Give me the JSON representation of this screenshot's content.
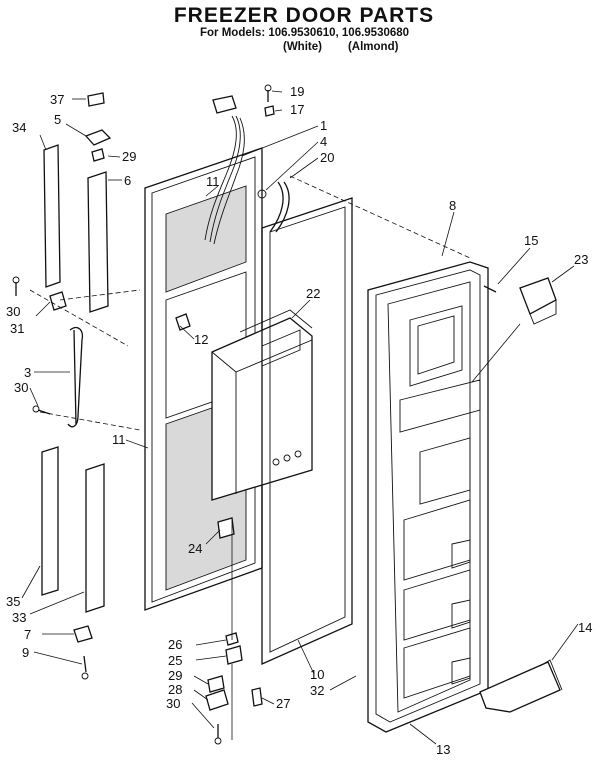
{
  "header": {
    "title": "FREEZER DOOR PARTS",
    "models": "For Models: 106.9530610, 106.9530680",
    "variant_white": "(White)",
    "variant_almond": "(Almond)"
  },
  "callouts": [
    {
      "id": "c37",
      "text": "37"
    },
    {
      "id": "c34",
      "text": "34"
    },
    {
      "id": "c5",
      "text": "5"
    },
    {
      "id": "c29a",
      "text": "29"
    },
    {
      "id": "c6",
      "text": "6"
    },
    {
      "id": "c30a",
      "text": "30"
    },
    {
      "id": "c31",
      "text": "31"
    },
    {
      "id": "c3",
      "text": "3"
    },
    {
      "id": "c30b",
      "text": "30"
    },
    {
      "id": "c11a",
      "text": "11"
    },
    {
      "id": "c12",
      "text": "12"
    },
    {
      "id": "c11b",
      "text": "11"
    },
    {
      "id": "c19",
      "text": "19"
    },
    {
      "id": "c17",
      "text": "17"
    },
    {
      "id": "c1",
      "text": "1"
    },
    {
      "id": "c4",
      "text": "4"
    },
    {
      "id": "c20",
      "text": "20"
    },
    {
      "id": "c8",
      "text": "8"
    },
    {
      "id": "c15",
      "text": "15"
    },
    {
      "id": "c23",
      "text": "23"
    },
    {
      "id": "c22",
      "text": "22"
    },
    {
      "id": "c24",
      "text": "24"
    },
    {
      "id": "c35",
      "text": "35"
    },
    {
      "id": "c33",
      "text": "33"
    },
    {
      "id": "c7",
      "text": "7"
    },
    {
      "id": "c9",
      "text": "9"
    },
    {
      "id": "c26",
      "text": "26"
    },
    {
      "id": "c25",
      "text": "25"
    },
    {
      "id": "c29b",
      "text": "29"
    },
    {
      "id": "c28",
      "text": "28"
    },
    {
      "id": "c30c",
      "text": "30"
    },
    {
      "id": "c27",
      "text": "27"
    },
    {
      "id": "c10",
      "text": "10"
    },
    {
      "id": "c32",
      "text": "32"
    },
    {
      "id": "c14",
      "text": "14"
    },
    {
      "id": "c13",
      "text": "13"
    }
  ]
}
